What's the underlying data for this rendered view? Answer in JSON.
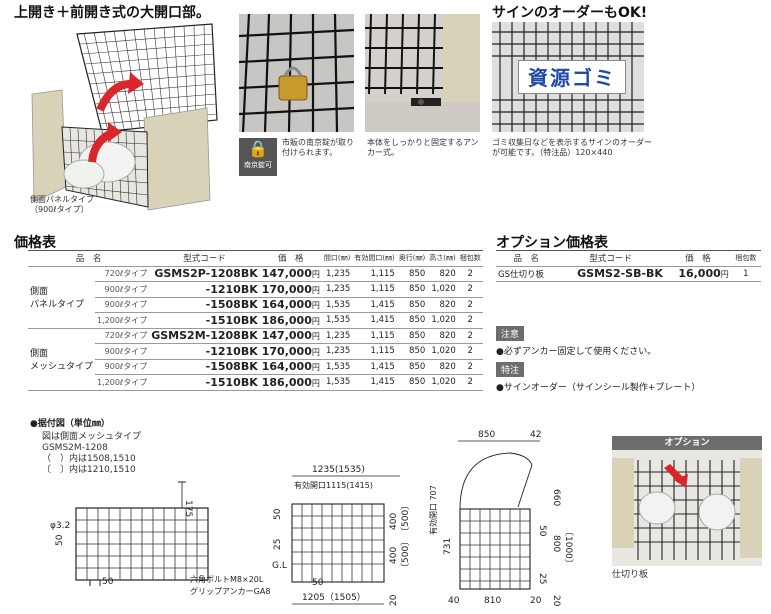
{
  "top": {
    "headline": "上開き＋前開き式の大開口部。",
    "side_caption_1": "側面パネルタイプ",
    "side_caption_2": "（900ℓタイプ）",
    "lock_caption": "市販の南京錠が取り付けられます。",
    "lock_badge": "南京錠可",
    "anchor_caption": "本体をしっかりと固定するアンカー式。",
    "sign_headline": "サインのオーダーもOK!",
    "sign_text": "資源ゴミ",
    "sign_caption": "ゴミ収集日などを表示するサインのオーダーが可能です。（特注品）120×440"
  },
  "price_table": {
    "title": "価格表",
    "headers": [
      "品　名",
      "型式コード",
      "価　格",
      "間口(㎜)",
      "有効間口(㎜)",
      "奥行(㎜)",
      "高さ(㎜)",
      "梱包数"
    ],
    "groups": [
      {
        "name_line1": "側面",
        "name_line2": "パネルタイプ",
        "rows": [
          {
            "type": "720ℓタイプ",
            "code": "GSMS2P-1208BK",
            "price": "147,000",
            "yen": "円",
            "w": "1,235",
            "ew": "1,115",
            "d": "850",
            "h": "820",
            "pack": "2"
          },
          {
            "type": "900ℓタイプ",
            "code": "-1210BK",
            "price": "170,000",
            "yen": "円",
            "w": "1,235",
            "ew": "1,115",
            "d": "850",
            "h": "1,020",
            "pack": "2"
          },
          {
            "type": "900ℓタイプ",
            "code": "-1508BK",
            "price": "164,000",
            "yen": "円",
            "w": "1,535",
            "ew": "1,415",
            "d": "850",
            "h": "820",
            "pack": "2"
          },
          {
            "type": "1,200ℓタイプ",
            "code": "-1510BK",
            "price": "186,000",
            "yen": "円",
            "w": "1,535",
            "ew": "1,415",
            "d": "850",
            "h": "1,020",
            "pack": "2"
          }
        ]
      },
      {
        "name_line1": "側面",
        "name_line2": "メッシュタイプ",
        "rows": [
          {
            "type": "720ℓタイプ",
            "code": "GSMS2M-1208BK",
            "price": "147,000",
            "yen": "円",
            "w": "1,235",
            "ew": "1,115",
            "d": "850",
            "h": "820",
            "pack": "2"
          },
          {
            "type": "900ℓタイプ",
            "code": "-1210BK",
            "price": "170,000",
            "yen": "円",
            "w": "1,235",
            "ew": "1,115",
            "d": "850",
            "h": "1,020",
            "pack": "2"
          },
          {
            "type": "900ℓタイプ",
            "code": "-1508BK",
            "price": "164,000",
            "yen": "円",
            "w": "1,535",
            "ew": "1,415",
            "d": "850",
            "h": "820",
            "pack": "2"
          },
          {
            "type": "1,200ℓタイプ",
            "code": "-1510BK",
            "price": "186,000",
            "yen": "円",
            "w": "1,535",
            "ew": "1,415",
            "d": "850",
            "h": "1,020",
            "pack": "2"
          }
        ]
      }
    ]
  },
  "option_table": {
    "title": "オプション価格表",
    "headers": [
      "品　名",
      "型式コード",
      "価　格",
      "梱包数"
    ],
    "row": {
      "name": "GS仕切り板",
      "code": "GSMS2-SB-BK",
      "price": "16,000",
      "yen": "円",
      "pack": "1"
    }
  },
  "notes": {
    "caution_tag": "注意",
    "caution_text": "●必ずアンカー固定して使用ください。",
    "special_tag": "特注",
    "special_text": "●サインオーダー（サインシール製作+プレート）"
  },
  "drawing": {
    "title": "●据付図（単位㎜）",
    "desc1": "図は側面メッシュタイプ",
    "desc2": "GSMS2M-1208",
    "desc3": "（　）内は1508,1510",
    "desc4": "〔　〕内は1210,1510",
    "front": {
      "d175": "175",
      "phi": "φ3.2",
      "d50": "50",
      "d50b": "50",
      "bolt": "六角ボルトM8×20L",
      "anchor": "グリップアンカーGA8"
    },
    "side": {
      "d1235": "1235(1535)",
      "opening": "有効開口1115(1415)",
      "d50": "50",
      "d25": "25",
      "gl": "G.L",
      "d400": "400",
      "d400b": "400",
      "d500": "〔500〕",
      "d500b": "〔500〕",
      "d1205": "1205（1505）",
      "d20": "20",
      "d50b": "50"
    },
    "depth": {
      "d850": "850",
      "d42": "42",
      "d707": "有効開口 707",
      "d660": "660",
      "d731": "731",
      "d50": "50",
      "d800": "800",
      "d1000": "〔1000〕",
      "d25": "25",
      "d20": "20",
      "d40": "40",
      "d810": "810",
      "d20b": "20"
    }
  },
  "option_photo": {
    "label": "オプション",
    "caption": "仕切り板"
  }
}
